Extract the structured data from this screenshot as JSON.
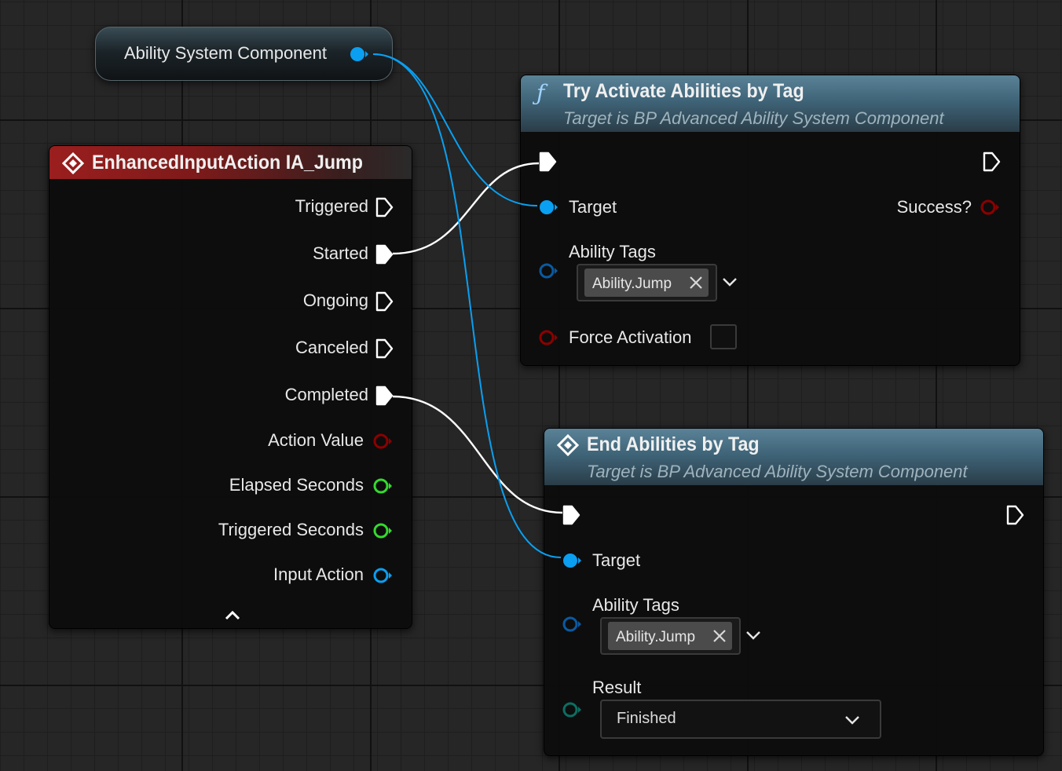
{
  "var_node": {
    "label": "Ability System Component"
  },
  "event_node": {
    "title": "EnhancedInputAction IA_Jump",
    "pins": {
      "triggered": "Triggered",
      "started": "Started",
      "ongoing": "Ongoing",
      "canceled": "Canceled",
      "completed": "Completed",
      "action_value": "Action Value",
      "elapsed_seconds": "Elapsed Seconds",
      "triggered_seconds": "Triggered Seconds",
      "input_action": "Input Action"
    }
  },
  "try_activate_node": {
    "title": "Try Activate Abilities by Tag",
    "subtitle": "Target is BP Advanced Ability System Component",
    "target_label": "Target",
    "success_label": "Success?",
    "ability_tags_label": "Ability Tags",
    "tag_value": "Ability.Jump",
    "force_activation_label": "Force Activation"
  },
  "end_abilities_node": {
    "title": "End Abilities by Tag",
    "subtitle": "Target is BP Advanced Ability System Component",
    "target_label": "Target",
    "ability_tags_label": "Ability Tags",
    "tag_value": "Ability.Jump",
    "result_label": "Result",
    "result_value": "Finished"
  },
  "colors": {
    "object_pin": "#0a9ff0",
    "bool_pin": "#8c0000",
    "float_pin": "#35d92e",
    "struct_pin": "#0a5aa0",
    "enum_pin": "#0b6e62",
    "event_header": "#8f1b1b",
    "function_header": "#4c7389"
  },
  "icons": [
    "function-icon",
    "event-diamond-icon",
    "exec-pin-icon",
    "chevron-down-icon",
    "chevron-up-icon",
    "remove-tag-icon"
  ]
}
